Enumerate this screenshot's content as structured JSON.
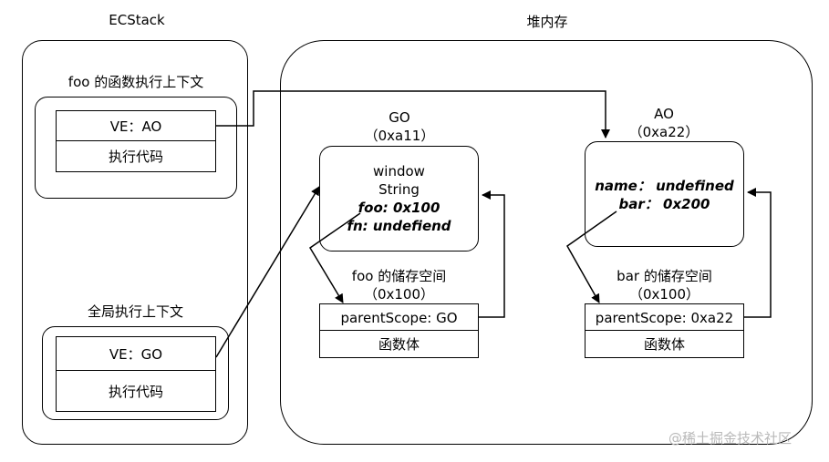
{
  "ecstack": {
    "title": "ECStack",
    "foo_ctx": {
      "label": "foo 的函数执行上下文",
      "ve": "VE：AO",
      "code": "执行代码"
    },
    "global_ctx": {
      "label": "全局执行上下文",
      "ve": "VE：GO",
      "code": "执行代码"
    }
  },
  "heap": {
    "title": "堆内存",
    "go": {
      "name": "GO",
      "addr": "（0xa11）",
      "line1": "window",
      "line2": "String",
      "line3": "foo: 0x100",
      "line4": "fn: undefiend"
    },
    "ao": {
      "name": "AO",
      "addr": "（0xa22）",
      "line1": "name： undefined",
      "line2": "bar： 0x200"
    },
    "foo_store": {
      "label": "foo 的储存空间",
      "addr": "（0x100）",
      "scope": "parentScope: GO",
      "body": "函数体"
    },
    "bar_store": {
      "label": "bar 的储存空间",
      "addr": "（0x100）",
      "scope": "parentScope: 0xa22",
      "body": "函数体"
    }
  },
  "watermark": "@稀土掘金技术社区"
}
